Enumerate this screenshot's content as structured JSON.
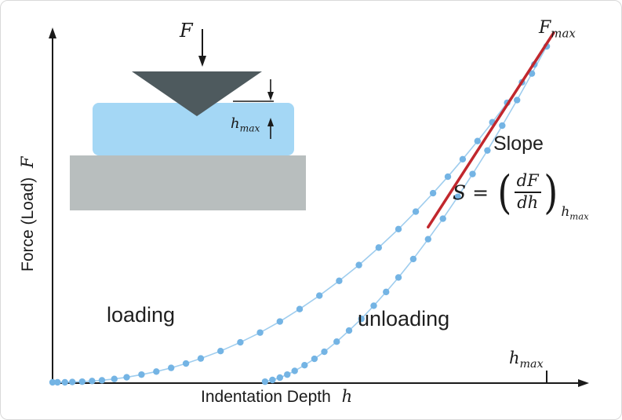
{
  "colors": {
    "curve_line": "#9fcdee",
    "curve_dot": "#74b4e4",
    "tangent": "#c1272d",
    "axis": "#1a1a1a",
    "text": "#1a1a1a",
    "indenter": "#4e5a5e",
    "sample": "#a4d7f5",
    "substrate": "#b8bebe",
    "border": "#d9d9d9"
  },
  "labels": {
    "y_axis": {
      "text": "Force (Load)",
      "var": "F"
    },
    "x_axis": {
      "text": "Indentation Depth",
      "var": "h"
    },
    "loading": "loading",
    "unloading": "unloading",
    "slope": "Slope",
    "f_max": {
      "base": "F",
      "sub": "max"
    },
    "h_max_axis": {
      "base": "h",
      "sub": "max"
    },
    "inset_force": "F",
    "inset_h_max": {
      "base": "h",
      "sub": "max"
    },
    "formula": {
      "lhs": "S =",
      "open": "(",
      "num": "dF",
      "den": "dh",
      "close": ")",
      "sub_base": "h",
      "sub_sub": "max"
    }
  },
  "chart_data": {
    "type": "scatter",
    "title": "",
    "xlabel": "Indentation Depth h",
    "ylabel": "Force (Load) F",
    "x_range_normalized": [
      0,
      1
    ],
    "y_range_normalized": [
      0,
      1
    ],
    "grid": false,
    "h_max_normalized": 1.0,
    "f_max_normalized": 1.0,
    "residual_depth_normalized": 0.42,
    "series": [
      {
        "name": "loading",
        "points": [
          [
            0.0,
            0.0
          ],
          [
            0.01,
            0.0
          ],
          [
            0.025,
            0.0
          ],
          [
            0.04,
            0.001
          ],
          [
            0.06,
            0.002
          ],
          [
            0.08,
            0.004
          ],
          [
            0.1,
            0.006
          ],
          [
            0.125,
            0.01
          ],
          [
            0.15,
            0.015
          ],
          [
            0.18,
            0.023
          ],
          [
            0.21,
            0.032
          ],
          [
            0.24,
            0.043
          ],
          [
            0.27,
            0.056
          ],
          [
            0.3,
            0.071
          ],
          [
            0.34,
            0.093
          ],
          [
            0.38,
            0.119
          ],
          [
            0.42,
            0.148
          ],
          [
            0.46,
            0.181
          ],
          [
            0.5,
            0.218
          ],
          [
            0.54,
            0.258
          ],
          [
            0.58,
            0.302
          ],
          [
            0.62,
            0.349
          ],
          [
            0.66,
            0.401
          ],
          [
            0.7,
            0.456
          ],
          [
            0.735,
            0.508
          ],
          [
            0.77,
            0.563
          ],
          [
            0.8,
            0.612
          ],
          [
            0.83,
            0.664
          ],
          [
            0.86,
            0.718
          ],
          [
            0.89,
            0.774
          ],
          [
            0.92,
            0.832
          ],
          [
            0.95,
            0.893
          ],
          [
            0.975,
            0.946
          ],
          [
            1.0,
            1.0
          ]
        ]
      },
      {
        "name": "unloading",
        "points": [
          [
            1.0,
            1.0
          ],
          [
            0.97,
            0.919
          ],
          [
            0.94,
            0.84
          ],
          [
            0.91,
            0.764
          ],
          [
            0.88,
            0.69
          ],
          [
            0.85,
            0.62
          ],
          [
            0.82,
            0.552
          ],
          [
            0.79,
            0.487
          ],
          [
            0.76,
            0.426
          ],
          [
            0.73,
            0.367
          ],
          [
            0.7,
            0.312
          ],
          [
            0.675,
            0.269
          ],
          [
            0.65,
            0.228
          ],
          [
            0.625,
            0.189
          ],
          [
            0.6,
            0.154
          ],
          [
            0.575,
            0.121
          ],
          [
            0.55,
            0.091
          ],
          [
            0.53,
            0.07
          ],
          [
            0.51,
            0.051
          ],
          [
            0.49,
            0.034
          ],
          [
            0.475,
            0.023
          ],
          [
            0.46,
            0.014
          ],
          [
            0.445,
            0.007
          ],
          [
            0.43,
            0.002
          ]
        ]
      }
    ],
    "tangent": {
      "name": "slope-at-hmax",
      "points": [
        [
          0.76,
          0.462
        ],
        [
          1.014,
          1.04
        ]
      ]
    }
  }
}
